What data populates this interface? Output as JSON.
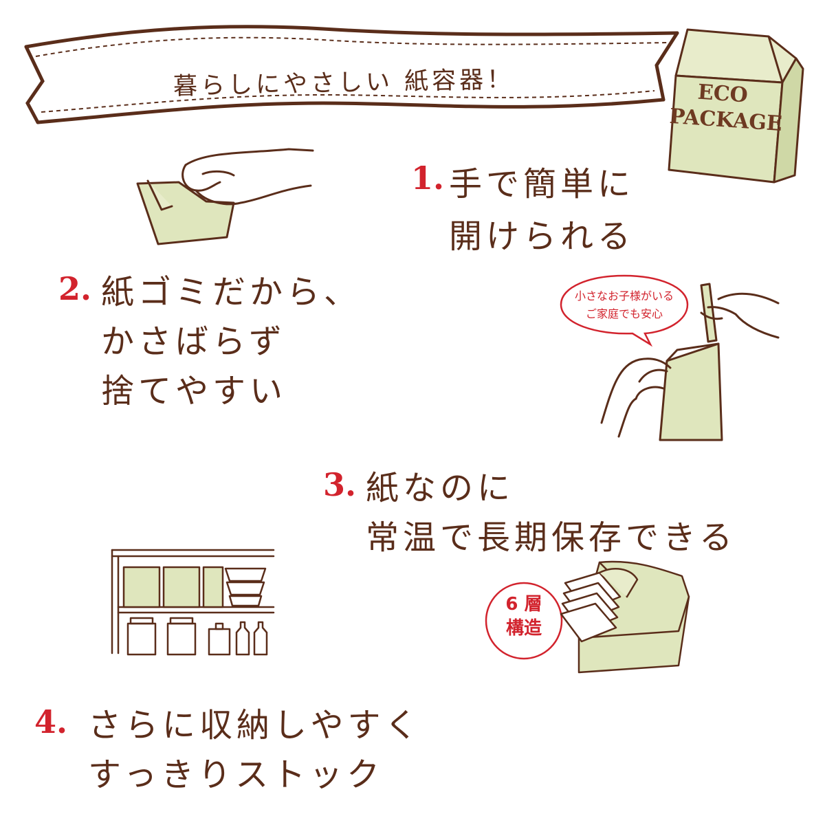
{
  "colors": {
    "brown": "#5a2d1a",
    "red": "#d2232d",
    "box_fill": "#dfe6bd"
  },
  "banner": {
    "text": "暮らしにやさしい 紙容器！"
  },
  "eco_box": {
    "line1": "ECO",
    "line2": "PACKAGE"
  },
  "steps": [
    {
      "num": "1.",
      "lines": [
        "手で簡単に",
        "開けられる"
      ]
    },
    {
      "num": "2.",
      "lines": [
        "紙ゴミだから、",
        "かさばらず",
        "捨てやすい"
      ]
    },
    {
      "num": "3.",
      "lines": [
        "紙なのに",
        "常温で長期保存できる"
      ]
    },
    {
      "num": "4.",
      "lines": [
        "さらに収納しやすく",
        "すっきりストック"
      ]
    }
  ],
  "bubble": {
    "line1": "小さなお子様がいる",
    "line2": "ご家庭でも安心"
  },
  "stamp": {
    "line1": "6 層",
    "line2": "構造"
  },
  "icons": [
    "banner-ribbon",
    "eco-package-box",
    "hand-opening-pouch",
    "hands-tearing-carton",
    "shelf-storage",
    "layered-carton"
  ]
}
